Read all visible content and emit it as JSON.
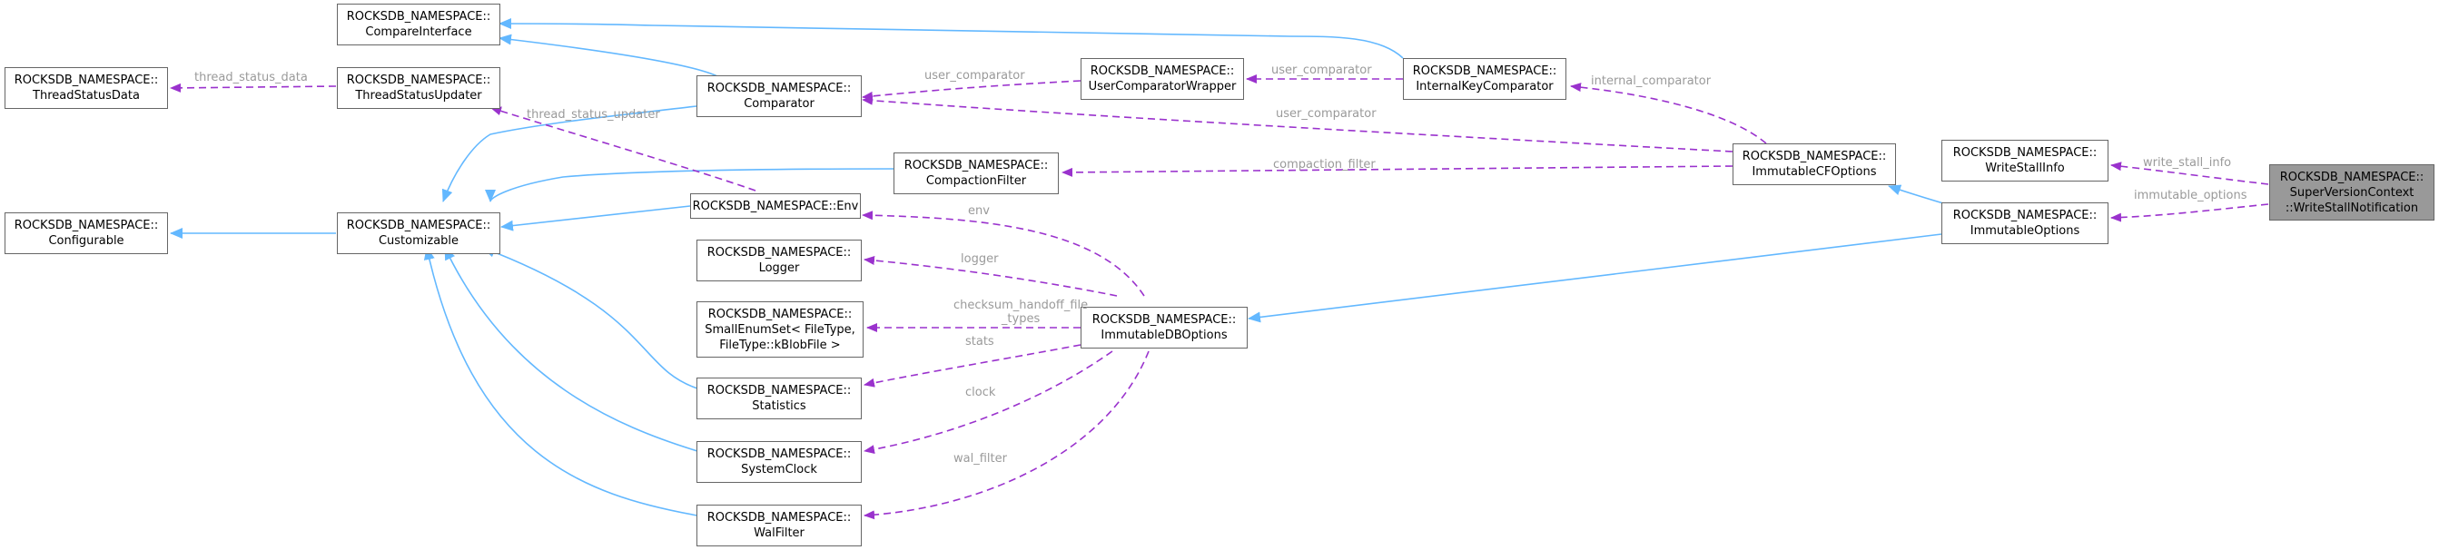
{
  "diagram": {
    "colors": {
      "inheritance_edge": "#63b8ff",
      "usage_edge": "#9a32cd",
      "edge_label": "#9a9a9a",
      "node_border": "#666666",
      "focus_node_fill": "#999999"
    },
    "nodes": {
      "compare_interface": {
        "lines": [
          "ROCKSDB_NAMESPACE::",
          "CompareInterface"
        ]
      },
      "thread_status_data": {
        "lines": [
          "ROCKSDB_NAMESPACE::",
          "ThreadStatusData"
        ]
      },
      "thread_status_updater": {
        "lines": [
          "ROCKSDB_NAMESPACE::",
          "ThreadStatusUpdater"
        ]
      },
      "configurable": {
        "lines": [
          "ROCKSDB_NAMESPACE::",
          "Configurable"
        ]
      },
      "customizable": {
        "lines": [
          "ROCKSDB_NAMESPACE::",
          "Customizable"
        ]
      },
      "comparator": {
        "lines": [
          "ROCKSDB_NAMESPACE::",
          "Comparator"
        ]
      },
      "env": {
        "lines": [
          "ROCKSDB_NAMESPACE::Env"
        ]
      },
      "logger": {
        "lines": [
          "ROCKSDB_NAMESPACE::",
          "Logger"
        ]
      },
      "small_enum_set": {
        "lines": [
          "ROCKSDB_NAMESPACE::",
          "SmallEnumSet< FileType,",
          "FileType::kBlobFile >"
        ]
      },
      "statistics": {
        "lines": [
          "ROCKSDB_NAMESPACE::",
          "Statistics"
        ]
      },
      "system_clock": {
        "lines": [
          "ROCKSDB_NAMESPACE::",
          "SystemClock"
        ]
      },
      "wal_filter": {
        "lines": [
          "ROCKSDB_NAMESPACE::",
          "WalFilter"
        ]
      },
      "compaction_filter": {
        "lines": [
          "ROCKSDB_NAMESPACE::",
          "CompactionFilter"
        ]
      },
      "user_comparator_wrapper": {
        "lines": [
          "ROCKSDB_NAMESPACE::",
          "UserComparatorWrapper"
        ]
      },
      "internal_key_comparator": {
        "lines": [
          "ROCKSDB_NAMESPACE::",
          "InternalKeyComparator"
        ]
      },
      "immutable_db_options": {
        "lines": [
          "ROCKSDB_NAMESPACE::",
          "ImmutableDBOptions"
        ]
      },
      "immutable_cf_options": {
        "lines": [
          "ROCKSDB_NAMESPACE::",
          "ImmutableCFOptions"
        ]
      },
      "write_stall_info": {
        "lines": [
          "ROCKSDB_NAMESPACE::",
          "WriteStallInfo"
        ]
      },
      "immutable_options": {
        "lines": [
          "ROCKSDB_NAMESPACE::",
          "ImmutableOptions"
        ]
      },
      "write_stall_notification": {
        "lines": [
          "ROCKSDB_NAMESPACE::",
          "SuperVersionContext",
          "::WriteStallNotification"
        ]
      }
    },
    "edge_labels": {
      "thread_status_data": "thread_status_data",
      "thread_status_updater": "thread_status_updater",
      "user_comparator_1": "user_comparator",
      "user_comparator_2": "user_comparator",
      "user_comparator_3": "user_comparator",
      "internal_comparator": "internal_comparator",
      "compaction_filter": "compaction_filter",
      "env": "env",
      "logger": "logger",
      "checksum_handoff_file_types": "checksum_handoff_file\n_types",
      "stats": "stats",
      "clock": "clock",
      "wal_filter": "wal_filter",
      "write_stall_info": "write_stall_info",
      "immutable_options": "immutable_options"
    }
  }
}
